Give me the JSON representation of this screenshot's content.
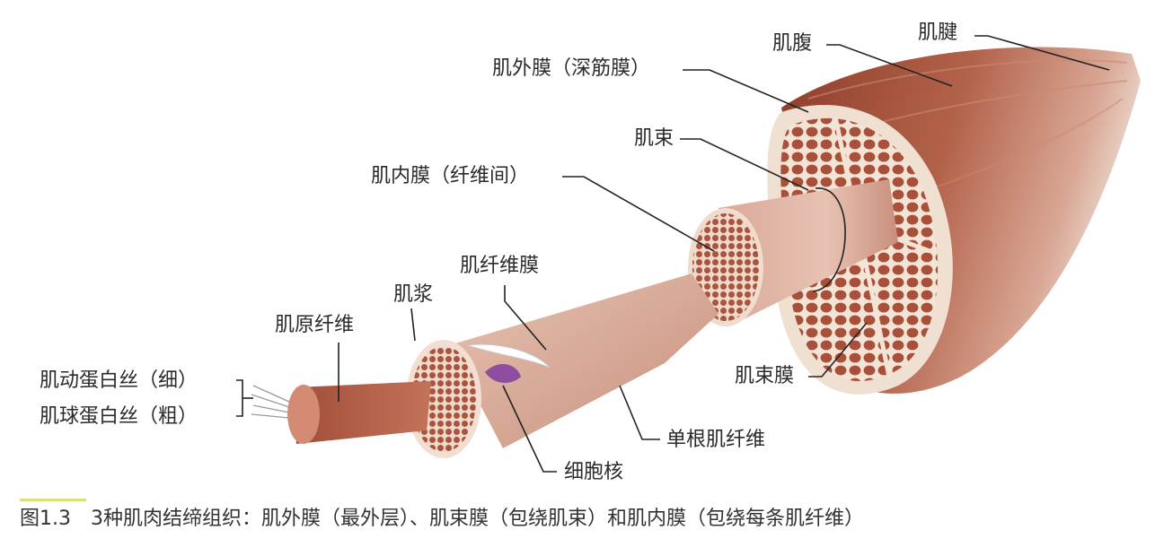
{
  "labels": {
    "tendon": "肌腱",
    "belly": "肌腹",
    "epimysium": "肌外膜（深筋膜）",
    "fascicle": "肌束",
    "endomysium": "肌内膜（纤维间）",
    "sarcolemma": "肌纤维膜",
    "sarcoplasm": "肌浆",
    "myofibril": "肌原纤维",
    "actin": "肌动蛋白丝（细）",
    "myosin": "肌球蛋白丝（粗）",
    "perimysium": "肌束膜",
    "single_fiber": "单根肌纤维",
    "nucleus": "细胞核"
  },
  "caption": "图1.3　3种肌肉结缔组织：肌外膜（最外层）、肌束膜（包绕肌束）和肌内膜（包绕每条肌纤维）"
}
